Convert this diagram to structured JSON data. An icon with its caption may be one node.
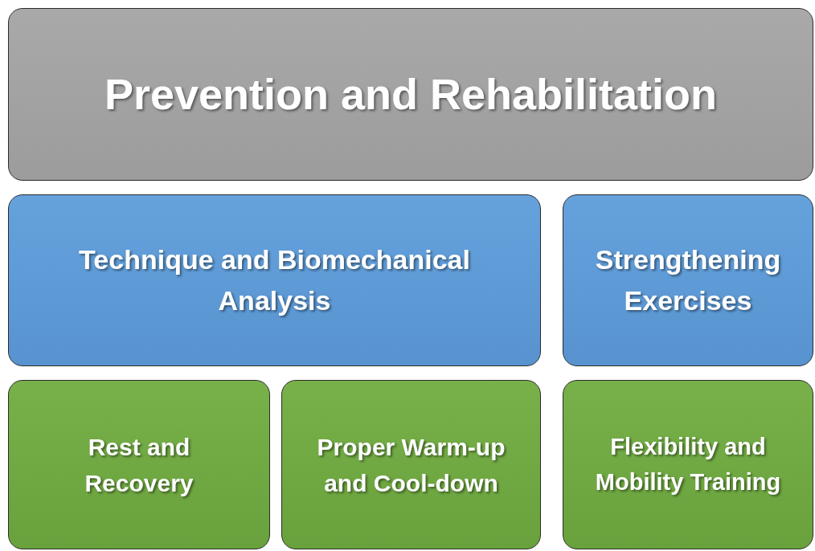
{
  "diagram": {
    "nodes": [
      {
        "text": [
          "Prevention and Rehabilitation"
        ]
      },
      {
        "text": [
          "Technique and Biomechanical Analysis"
        ]
      },
      {
        "text": [
          "Strengthening Exercises"
        ]
      },
      {
        "text": [
          "Rest and Recovery"
        ]
      },
      {
        "text": [
          "Proper Warm-up and Cool-down"
        ]
      },
      {
        "text": [
          "Flexibility and Mobility Training"
        ]
      }
    ]
  }
}
